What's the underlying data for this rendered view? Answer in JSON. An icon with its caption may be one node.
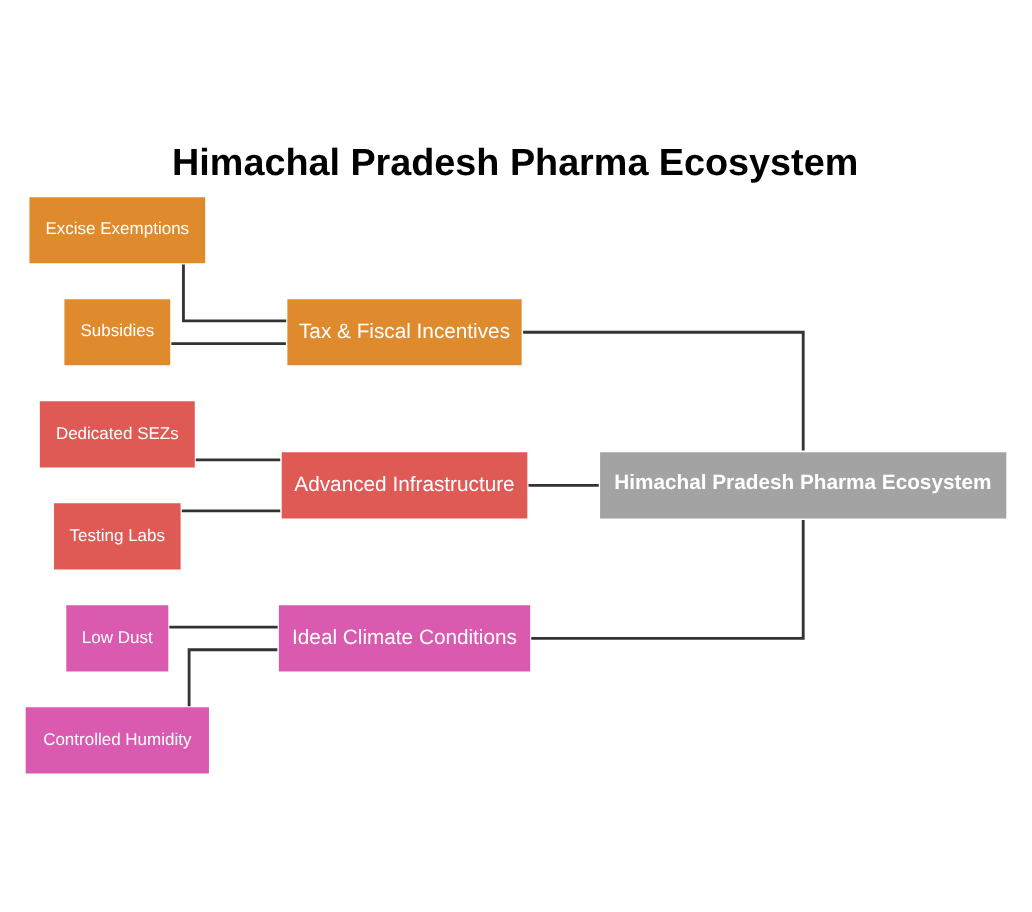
{
  "diagram": {
    "title": "Himachal Pradesh Pharma Ecosystem",
    "nodes": [
      {
        "text": [
          "Excise Exemptions"
        ]
      },
      {
        "text": [
          "Subsidies"
        ]
      },
      {
        "text": [
          "Tax & Fiscal Incentives"
        ]
      },
      {
        "text": [
          "Dedicated SEZs"
        ]
      },
      {
        "text": [
          "Testing Labs"
        ]
      },
      {
        "text": [
          "Advanced Infrastructure"
        ]
      },
      {
        "text": [
          "Low Dust"
        ]
      },
      {
        "text": [
          "Controlled Humidity"
        ]
      },
      {
        "text": [
          "Ideal Climate Conditions"
        ]
      },
      {
        "text": [
          "Himachal Pradesh Pharma Ecosystem"
        ]
      }
    ],
    "edges": [
      {
        "from": 0,
        "to": 2,
        "arrow": "none"
      },
      {
        "from": 1,
        "to": 2,
        "arrow": "none"
      },
      {
        "from": 3,
        "to": 5,
        "arrow": "none"
      },
      {
        "from": 4,
        "to": 5,
        "arrow": "none"
      },
      {
        "from": 6,
        "to": 8,
        "arrow": "none"
      },
      {
        "from": 7,
        "to": 8,
        "arrow": "none"
      },
      {
        "from": 2,
        "to": 9,
        "arrow": "none"
      },
      {
        "from": 5,
        "to": 9,
        "arrow": "none"
      },
      {
        "from": 8,
        "to": 9,
        "arrow": "none"
      }
    ]
  }
}
